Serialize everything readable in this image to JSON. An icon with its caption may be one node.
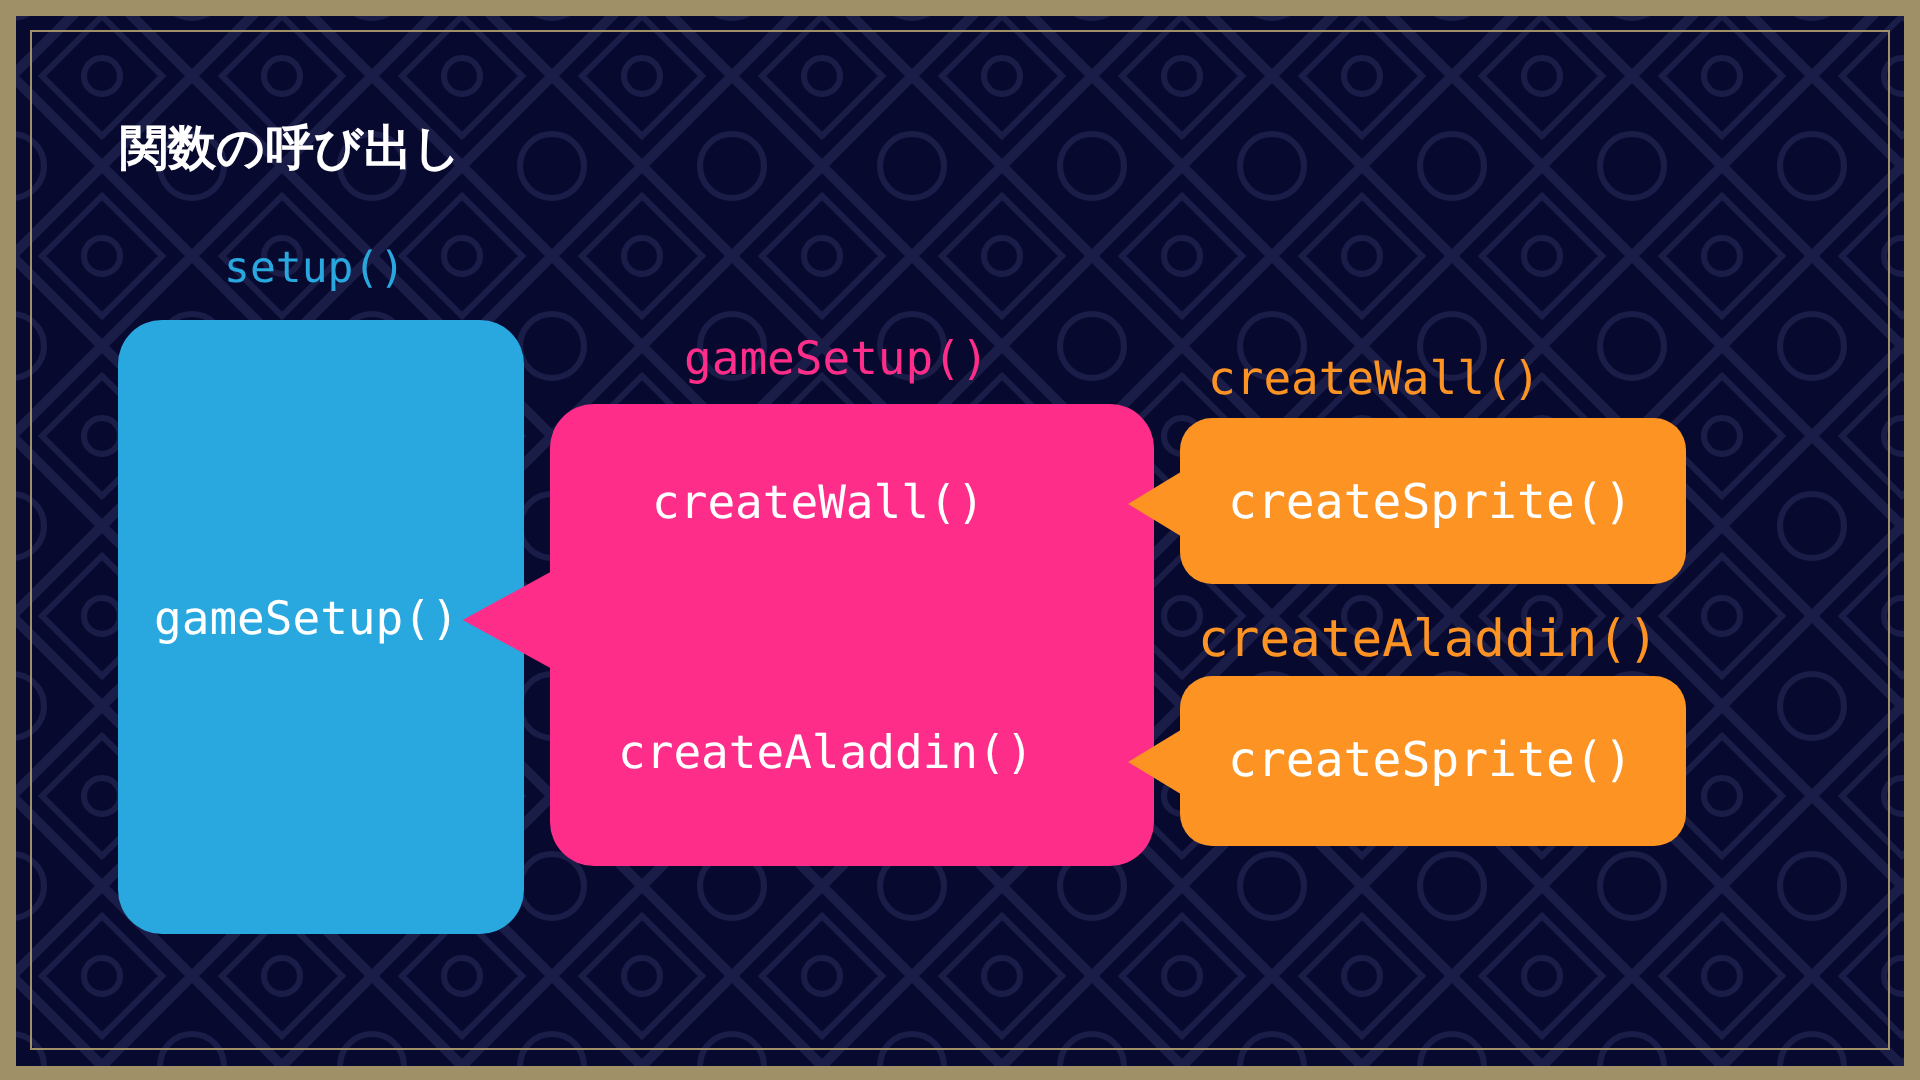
{
  "diagram": {
    "title": "関数の呼び出し",
    "nodes": [
      {
        "text": [
          "setup()"
        ]
      },
      {
        "text": [
          "gameSetup()"
        ],
        "in": 0
      },
      {
        "text": [
          "gameSetup()"
        ]
      },
      {
        "text": [
          "createWall()"
        ],
        "in": 2
      },
      {
        "text": [
          "createAladdin()"
        ],
        "in": 2
      },
      {
        "text": [
          "createWall()"
        ]
      },
      {
        "text": [
          "createSprite()"
        ],
        "in": 5
      },
      {
        "text": [
          "createAladdin()"
        ]
      },
      {
        "text": [
          "createSprite()"
        ],
        "in": 7
      }
    ],
    "edges": [
      {
        "from": 2,
        "to": 1,
        "arrow": "to",
        "color": "#ff2d8a"
      },
      {
        "from": 5,
        "to": 2,
        "arrow": "to"
      },
      {
        "from": 7,
        "to": 2,
        "arrow": "to"
      }
    ]
  }
}
